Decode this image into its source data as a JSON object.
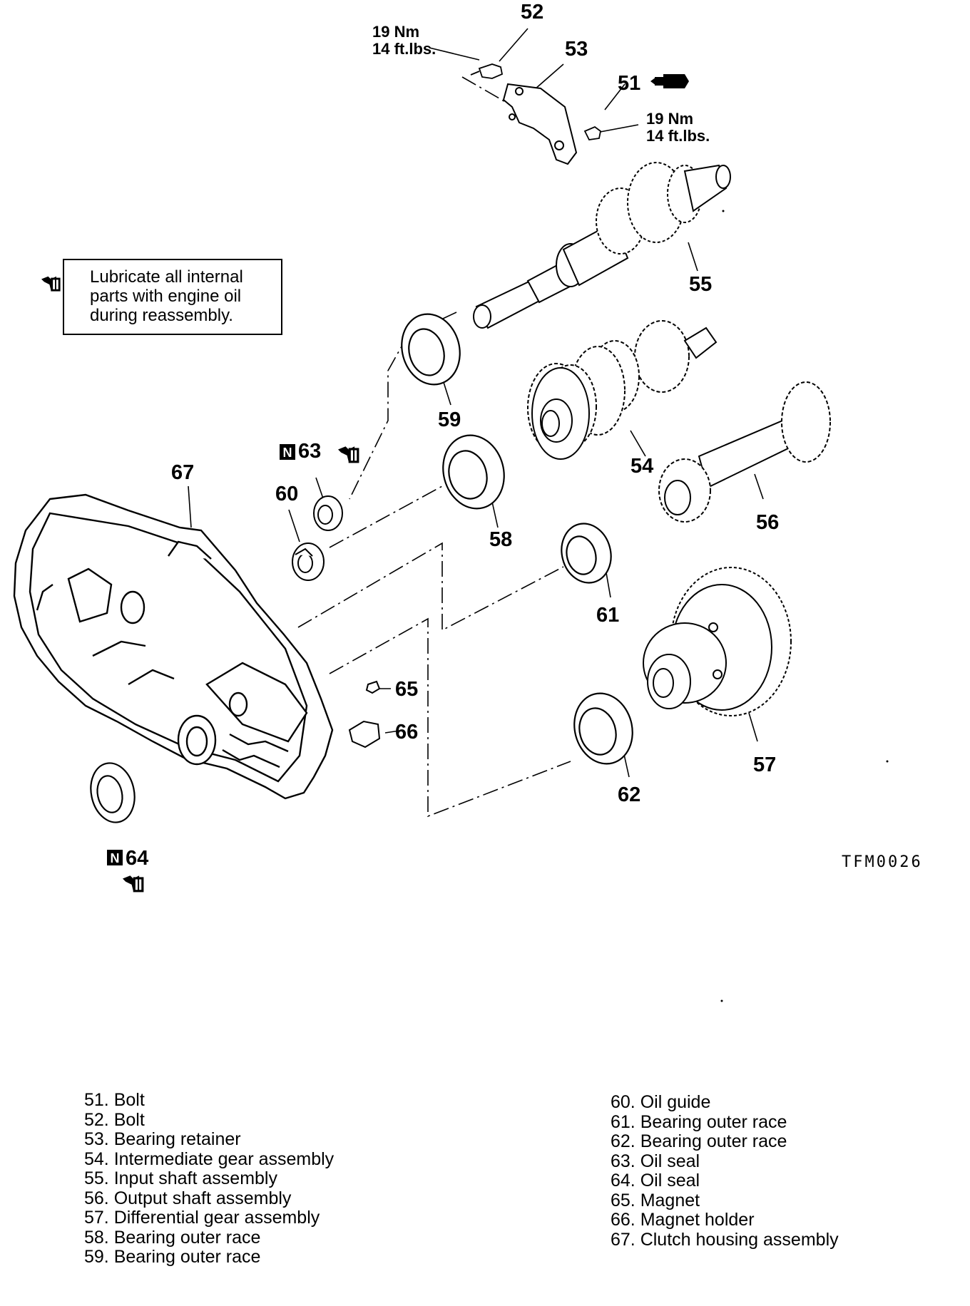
{
  "figure_id": "TFM0026",
  "note": "Lubricate all internal\nparts with engine oil\nduring reassembly.",
  "torques": [
    {
      "nm": "19 Nm",
      "ftlbs": "14 ft.lbs."
    },
    {
      "nm": "19 Nm",
      "ftlbs": "14 ft.lbs."
    }
  ],
  "callouts": {
    "c51": "51",
    "c52": "52",
    "c53": "53",
    "c54": "54",
    "c55": "55",
    "c56": "56",
    "c57": "57",
    "c58": "58",
    "c59": "59",
    "c60": "60",
    "c61": "61",
    "c62": "62",
    "c63": "63",
    "c64": "64",
    "c65": "65",
    "c66": "66",
    "c67": "67"
  },
  "new_part_badge": "N",
  "legend_left": [
    "51. Bolt",
    "52. Bolt",
    "53. Bearing retainer",
    "54. Intermediate gear assembly",
    "55. Input shaft assembly",
    "56. Output shaft assembly",
    "57. Differential gear assembly",
    "58. Bearing outer race",
    "59. Bearing outer race"
  ],
  "legend_right": [
    "60. Oil guide",
    "61. Bearing outer race",
    "62. Bearing outer race",
    "63. Oil seal",
    "64. Oil seal",
    "65. Magnet",
    "66. Magnet holder",
    "67. Clutch housing assembly"
  ]
}
